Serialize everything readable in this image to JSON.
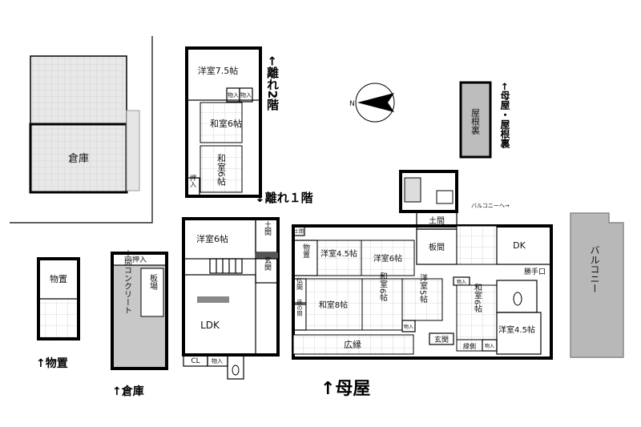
{
  "labels": {
    "souko_main": "倉庫",
    "hanare2_title": "←離れ2階",
    "hanare1_title": "↓離れ１階",
    "youshitsu75": "洋室7.5帖",
    "oshiire_a": "物入",
    "oshiire_b": "物入",
    "washitsu6_2f": "和室6帖",
    "washitsu6_2f_b": "和室6帖",
    "oshiire_2f": "押入",
    "yane_title": "←母屋・屋根裏",
    "yaneura": "屋根裏",
    "monooki": "物置",
    "monooki_title": "↑物置",
    "oshiire_souko": "押入",
    "doma_concrete": "土間コンクリート",
    "itaba": "板場",
    "souko_title": "↑倉庫",
    "youshitsu6_h1": "洋室6帖",
    "doma_h1": "土間",
    "genkan_h1": "玄関",
    "ldk": "LDK",
    "cl": "CL",
    "oshiire_h1": "物入",
    "doma_main_top": "土間",
    "balcony_small": "バルコニーへ→",
    "doma_main": "土間",
    "itama": "板間",
    "dk": "DK",
    "katteguchi": "勝手口",
    "monooki_main": "物置",
    "youshitsu45": "洋室4.5帖",
    "youshitsu6_main": "洋室6帖",
    "butsuma": "仏間",
    "tokonoma": "床の間",
    "washitsu8": "和室8帖",
    "washitsu6_main": "和室6帖",
    "youshitsu5": "洋室5帖",
    "monoire_main": "物入",
    "washitsu6_right": "和室6帖",
    "monoire_right": "物入",
    "youshitsu45_right": "洋室4.5帖",
    "hiroen": "広縁",
    "genkan_main": "玄関",
    "engawa": "縁側",
    "monoire_bottom": "物入",
    "omoya_title": "↑母屋",
    "balcony": "バルコニー",
    "compass_n": "N"
  },
  "icons": [
    "compass-icon",
    "toilet-icon",
    "bath-icon",
    "sink-icon",
    "stairs-icon",
    "door-swing-icon"
  ]
}
